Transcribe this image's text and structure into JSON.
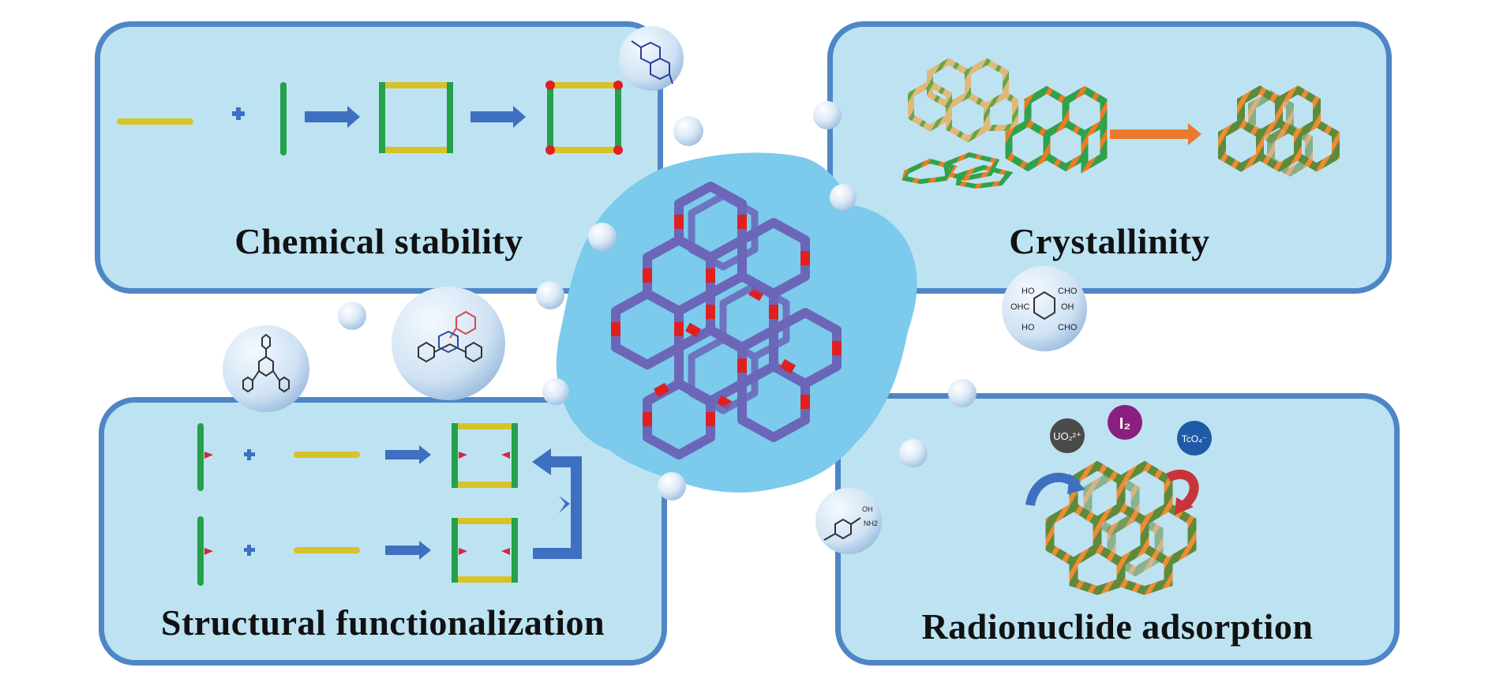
{
  "panels": {
    "top_left": {
      "title": "Chemical stability"
    },
    "top_right": {
      "title": "Crystallinity"
    },
    "bottom_left": {
      "title": "Structural functionalization"
    },
    "bottom_right": {
      "title": "Radionuclide adsorption"
    }
  },
  "bubbles": {
    "aldehyde": {
      "labels": [
        "HO",
        "CHO",
        "OHC",
        "OH",
        "HO",
        "CHO"
      ]
    },
    "amidoxime": {
      "labels": [
        "OH",
        "NH2"
      ]
    }
  },
  "species": {
    "uranyl": "UO₂²⁺",
    "iodine": "I₂",
    "pertechnetate": "TcO₄⁻"
  },
  "colors": {
    "panel_fill": "#bde3f2",
    "panel_border": "#4e86c6",
    "arrow_blue": "#3f6fbf",
    "linker_yellow": "#d8c22a",
    "linker_green": "#24a14a",
    "node_red": "#e02020",
    "framework_purple": "#6b66b8",
    "arrow_orange": "#ea7a2e",
    "center_blob": "#7ccaec"
  },
  "icons": [
    "bubble-icon",
    "framework-icon",
    "arrow-icon"
  ]
}
